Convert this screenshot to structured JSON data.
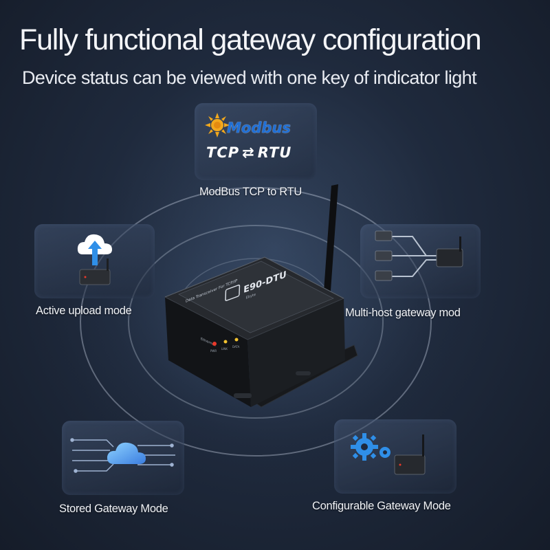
{
  "header": {
    "title": "Fully functional gateway configuration",
    "subtitle": "Device status can be viewed with one key of indicator light"
  },
  "modbus_badge": {
    "brand": "Modbus",
    "left": "TCP",
    "right": "RTU"
  },
  "features": [
    {
      "label": "ModBus TCP to RTU",
      "icon": "modbus-conversion-icon"
    },
    {
      "label": "Active upload mode",
      "icon": "cloud-upload-icon"
    },
    {
      "label": "Multi-host gateway mod",
      "icon": "multi-host-icon"
    },
    {
      "label": "Stored Gateway Mode",
      "icon": "cloud-storage-icon"
    },
    {
      "label": "Configurable Gateway Mode",
      "icon": "gear-config-icon"
    }
  ],
  "device": {
    "model": "E90-DTU",
    "brand": "Ebyte",
    "top_label": "Data Transceiver For TCP/IP",
    "leds": [
      "PWR",
      "LINK",
      "DATA"
    ],
    "port_label": "Ethernet",
    "accent": "#e8392a"
  }
}
